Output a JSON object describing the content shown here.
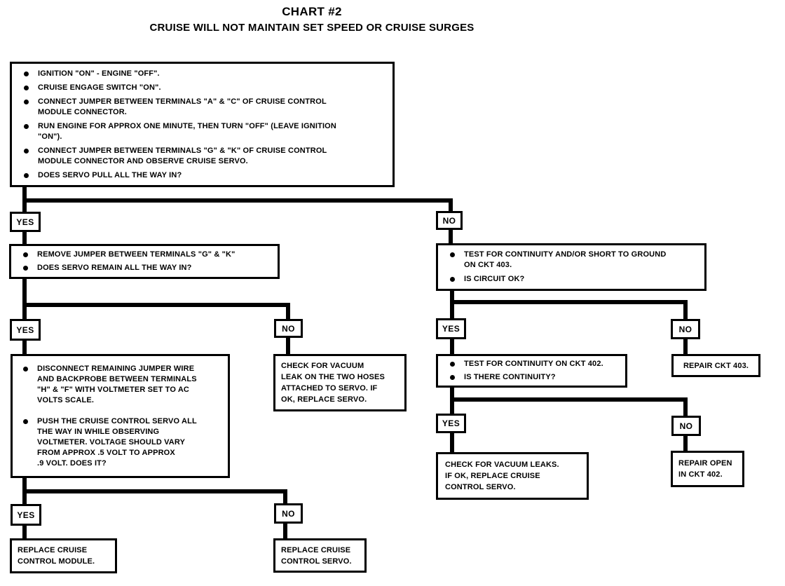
{
  "title": "CHART #2",
  "subtitle": "CRUISE WILL NOT MAINTAIN SET SPEED OR CRUISE SURGES",
  "labels": {
    "yes": "YES",
    "no": "NO"
  },
  "nodes": {
    "start": {
      "bullets": [
        "IGNITION \"ON\" - ENGINE \"OFF\".",
        "CRUISE ENGAGE SWITCH \"ON\".",
        "CONNECT JUMPER BETWEEN TERMINALS \"A\" & \"C\" OF CRUISE CONTROL\nMODULE CONNECTOR.",
        "RUN ENGINE FOR APPROX ONE MINUTE, THEN TURN \"OFF\" (LEAVE IGNITION\n\"ON\").",
        "CONNECT JUMPER BETWEEN TERMINALS \"G\" & \"K\" OF CRUISE CONTROL\nMODULE CONNECTOR AND OBSERVE CRUISE SERVO.",
        "DOES SERVO PULL ALL THE WAY IN?"
      ]
    },
    "remove_jumper": {
      "bullets": [
        "REMOVE JUMPER BETWEEN TERMINALS \"G\" & \"K\"",
        "DOES SERVO REMAIN ALL THE WAY IN?"
      ]
    },
    "test_ckt403": {
      "bullets": [
        "TEST FOR CONTINUITY AND/OR SHORT TO GROUND\nON CKT 403.",
        "IS CIRCUIT OK?"
      ]
    },
    "backprobe": {
      "bullets": [
        "DISCONNECT REMAINING JUMPER WIRE\nAND BACKPROBE BETWEEN TERMINALS\n\"H\" & \"F\" WITH VOLTMETER SET TO AC\nVOLTS SCALE.",
        "PUSH THE CRUISE CONTROL SERVO ALL\nTHE WAY IN WHILE OBSERVING\nVOLTMETER. VOLTAGE SHOULD VARY\nFROM APPROX .5 VOLT TO APPROX\n.9 VOLT. DOES IT?"
      ]
    },
    "vacuum_hoses": {
      "text": "CHECK FOR VACUUM\nLEAK ON THE TWO HOSES\nATTACHED TO SERVO. IF\nOK, REPLACE SERVO."
    },
    "test_ckt402": {
      "bullets": [
        "TEST FOR CONTINUITY ON CKT 402.",
        "IS THERE CONTINUITY?"
      ]
    },
    "repair_ckt403": {
      "text": "REPAIR CKT 403."
    },
    "vacuum_leaks": {
      "text": "CHECK FOR VACUUM LEAKS.\nIF OK, REPLACE CRUISE\nCONTROL SERVO."
    },
    "repair_open_ckt402": {
      "text": "REPAIR OPEN\nIN CKT 402."
    },
    "replace_module": {
      "text": "REPLACE CRUISE\nCONTROL MODULE."
    },
    "replace_servo": {
      "text": "REPLACE CRUISE\nCONTROL SERVO."
    }
  }
}
